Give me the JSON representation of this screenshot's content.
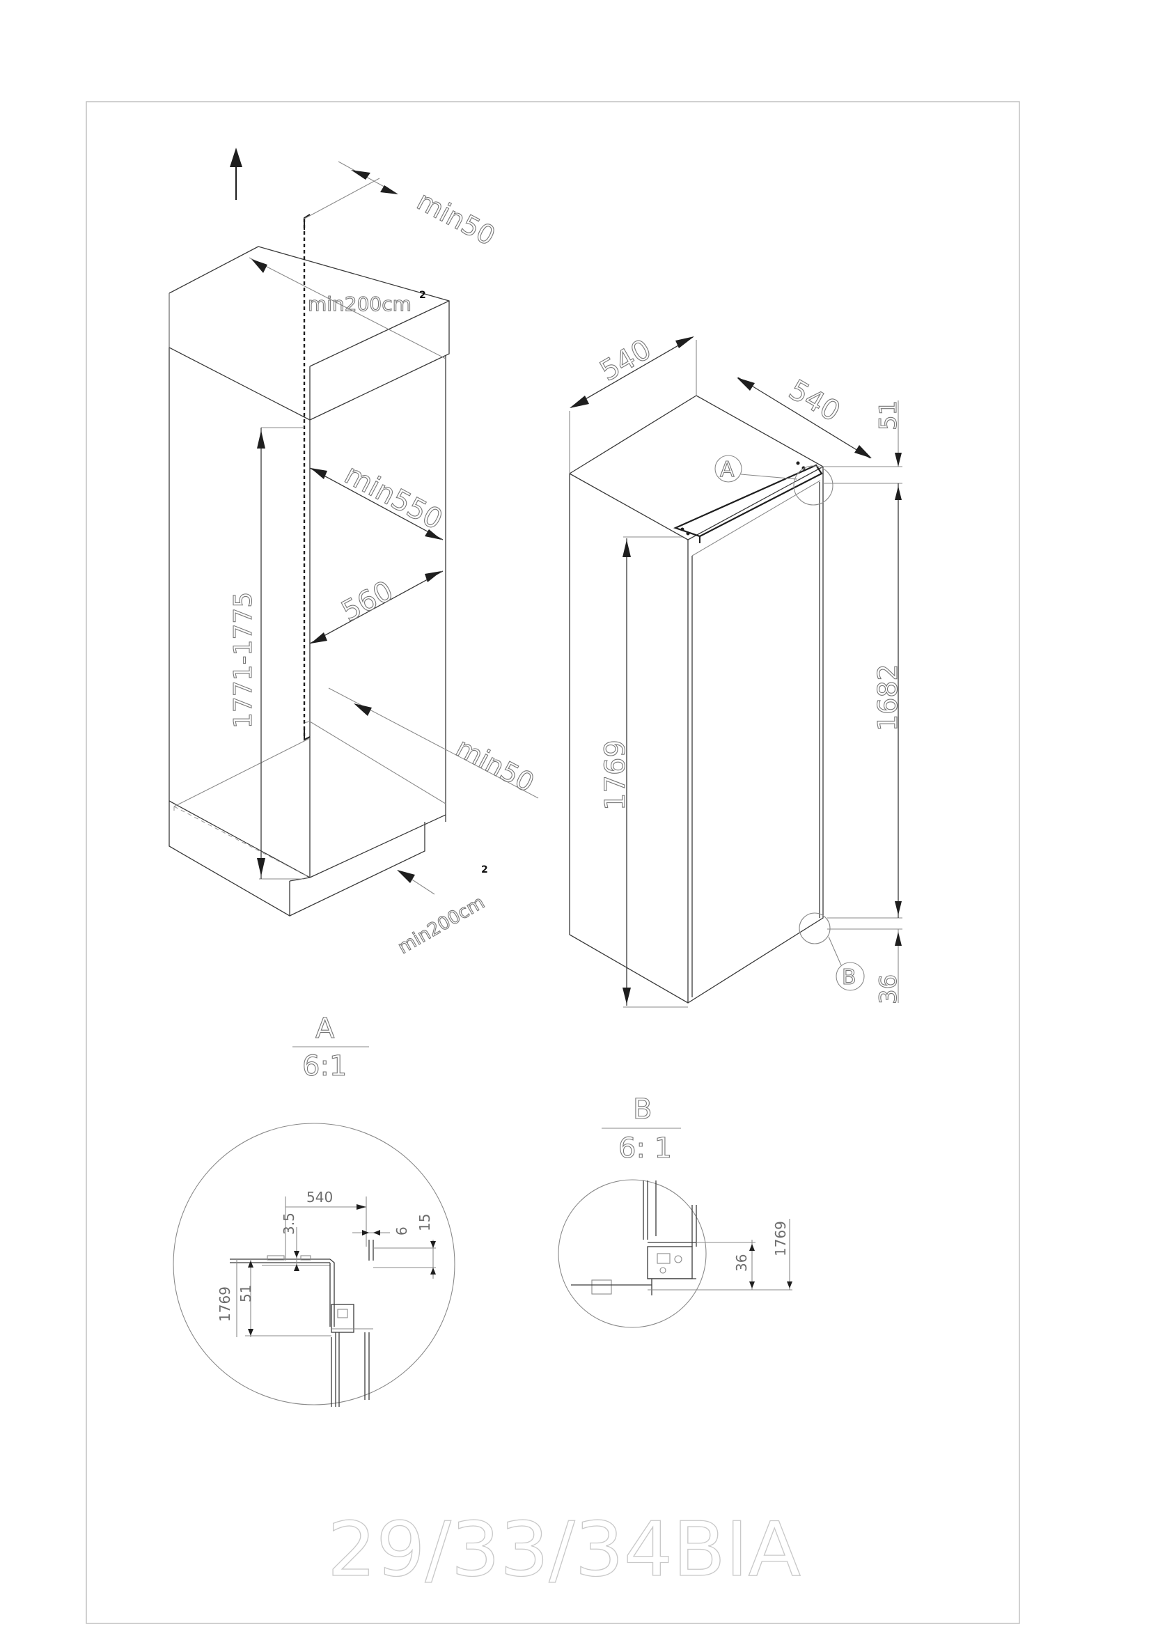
{
  "model_title": "29/33/34BIA",
  "niche": {
    "vent_top": "min50",
    "vent_bottom": "min50",
    "area_top": "min200cm",
    "area_top_sup": "2",
    "area_bottom": "min200cm",
    "area_bottom_sup": "2",
    "depth": "min550",
    "width": "560",
    "height": "1771-1775"
  },
  "appliance": {
    "width": "540",
    "depth": "540",
    "top_offset": "51",
    "door_height": "1682",
    "total_height": "1769",
    "bottom_offset": "36",
    "callout_a": "A",
    "callout_b": "B"
  },
  "detail_a": {
    "letter": "A",
    "scale": "6:1",
    "dim_width": "540",
    "dim_gap": "3.5",
    "dim_thickness": "6",
    "dim_right": "15",
    "dim_height": "1769",
    "dim_top": "51"
  },
  "detail_b": {
    "letter": "B",
    "scale": "6: 1",
    "dim_bottom": "36",
    "dim_height": "1769"
  },
  "icons": [
    "up-arrow-icon",
    "air-flow-arrow-icon"
  ]
}
